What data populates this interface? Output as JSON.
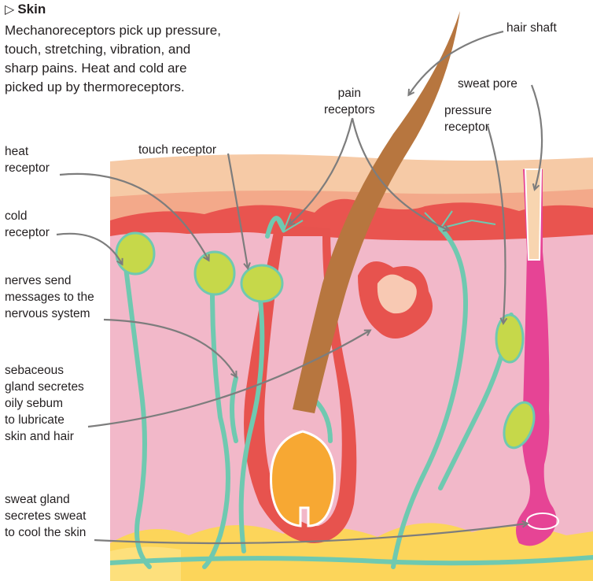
{
  "heading": {
    "marker": "▷",
    "title": "Skin"
  },
  "intro": "Mechanoreceptors pick up pressure,\ntouch, stretching, vibration, and\nsharp pains. Heat and cold are\npicked up by thermoreceptors.",
  "labels": {
    "hair_shaft": "hair shaft",
    "pain_receptors": "pain\nreceptors",
    "sweat_pore": "sweat pore",
    "pressure_receptor": "pressure\nreceptor",
    "touch_receptor": "touch receptor",
    "heat_receptor": "heat\nreceptor",
    "cold_receptor": "cold\nreceptor",
    "nerves": "nerves send\nmessages to the\nnervous system",
    "sebaceous": "sebaceous\ngland secretes\noily sebum\nto lubricate\nskin and hair",
    "sweat_gland": "sweat gland\nsecretes sweat\nto cool the skin"
  },
  "colors": {
    "epidermis_top": "#f3c9a3",
    "epidermis": "#f5a98b",
    "dermis_red": "#e8534e",
    "dermis": "#f4b8c8",
    "fat": "#fcd55a",
    "hair": "#b7763f",
    "nerve": "#6fc9b0",
    "receptor": "#c6d84a",
    "sweat_gland": "#e64495",
    "annotation": "#7d7d7d"
  }
}
